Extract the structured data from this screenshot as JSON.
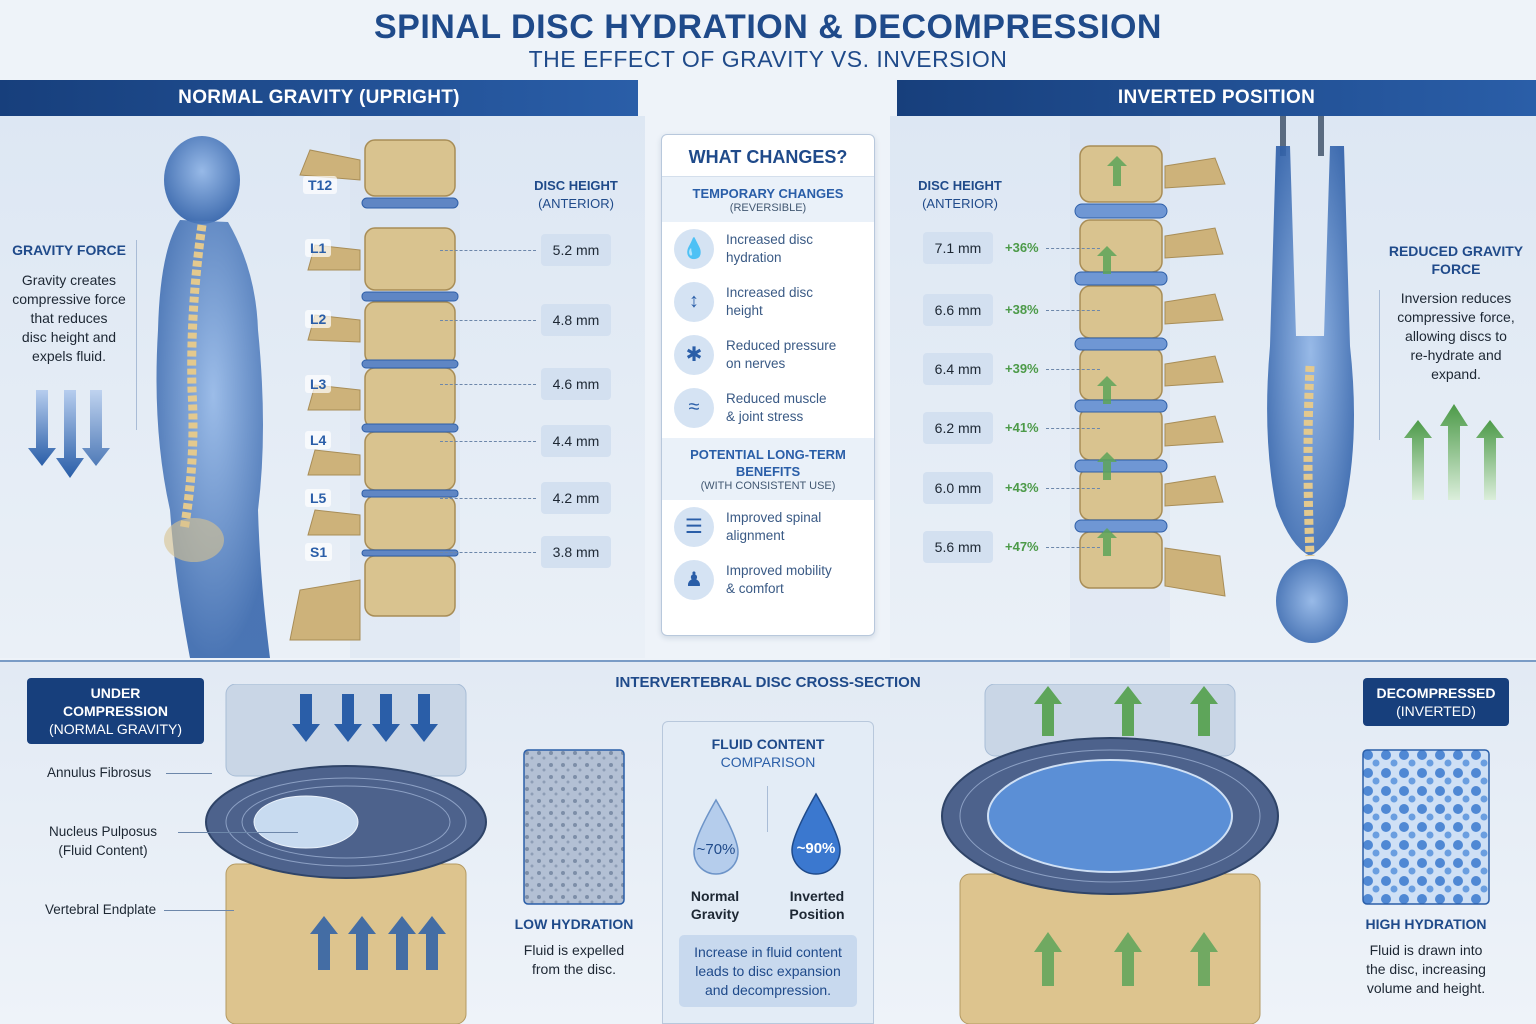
{
  "header": {
    "title": "SPINAL DISC HYDRATION & DECOMPRESSION",
    "subtitle": "THE EFFECT OF GRAVITY VS. INVERSION"
  },
  "left": {
    "banner": "NORMAL GRAVITY (UPRIGHT)",
    "force_heading": "GRAVITY FORCE",
    "force_text": [
      "Gravity creates",
      "compressive force",
      "that reduces",
      "disc height and",
      "expels fluid."
    ],
    "column_heading": [
      "DISC HEIGHT",
      "(ANTERIOR)"
    ],
    "levels": [
      "T12",
      "L1",
      "L2",
      "L3",
      "L4",
      "L5",
      "S1"
    ],
    "heights": [
      "5.2 mm",
      "4.8 mm",
      "4.6 mm",
      "4.4 mm",
      "4.2 mm",
      "3.8 mm"
    ]
  },
  "right": {
    "banner": "INVERTED POSITION",
    "force_heading": [
      "REDUCED GRAVITY",
      "FORCE"
    ],
    "force_text": [
      "Inversion reduces",
      "compressive force,",
      "allowing discs to",
      "re-hydrate and",
      "expand."
    ],
    "column_heading": [
      "DISC HEIGHT",
      "(ANTERIOR)"
    ],
    "heights": [
      "7.1 mm",
      "6.6 mm",
      "6.4 mm",
      "6.2 mm",
      "6.0 mm",
      "5.6 mm"
    ],
    "increases": [
      "+36%",
      "+38%",
      "+39%",
      "+41%",
      "+43%",
      "+47%"
    ]
  },
  "changes_card": {
    "title": "WHAT CHANGES?",
    "temporary_heading": "TEMPORARY CHANGES",
    "temporary_sub": "(REVERSIBLE)",
    "temporary_items": [
      {
        "icon": "water-drop-icon",
        "text": [
          "Increased disc",
          "hydration"
        ]
      },
      {
        "icon": "disc-height-icon",
        "text": [
          "Increased disc",
          "height"
        ]
      },
      {
        "icon": "nerve-icon",
        "text": [
          "Reduced pressure",
          "on nerves"
        ]
      },
      {
        "icon": "muscle-icon",
        "text": [
          "Reduced muscle",
          "& joint stress"
        ]
      }
    ],
    "longterm_heading": [
      "POTENTIAL LONG-TERM",
      "BENEFITS"
    ],
    "longterm_sub": "(WITH CONSISTENT USE)",
    "longterm_items": [
      {
        "icon": "spine-icon",
        "text": [
          "Improved spinal",
          "alignment"
        ]
      },
      {
        "icon": "person-icon",
        "text": [
          "Improved mobility",
          "& comfort"
        ]
      }
    ]
  },
  "cross_section": {
    "title": "INTERVERTEBRAL DISC CROSS-SECTION",
    "left_tag": [
      "UNDER COMPRESSION",
      "(NORMAL GRAVITY)"
    ],
    "right_tag": [
      "DECOMPRESSED",
      "(INVERTED)"
    ],
    "labels": {
      "annulus": "Annulus Fibrosus",
      "nucleus": [
        "Nucleus Pulposus",
        "(Fluid Content)"
      ],
      "endplate": "Vertebral Endplate"
    },
    "low": {
      "heading": "LOW HYDRATION",
      "text": [
        "Fluid is expelled",
        "from the disc."
      ]
    },
    "high": {
      "heading": "HIGH HYDRATION",
      "text": [
        "Fluid is drawn into",
        "the disc, increasing",
        "volume and height."
      ]
    }
  },
  "fluid": {
    "heading": "FLUID CONTENT",
    "subheading": "COMPARISON",
    "normal_value": "~70%",
    "inverted_value": "~90%",
    "normal_label": [
      "Normal",
      "Gravity"
    ],
    "inverted_label": [
      "Inverted",
      "Position"
    ],
    "note": [
      "Increase in fluid content",
      "leads to disc expansion",
      "and decompression."
    ]
  },
  "colors": {
    "navy": "#173f7c",
    "accent_blue": "#2a5ea8",
    "green": "#4c9a48",
    "bone": "#d9c38f"
  }
}
